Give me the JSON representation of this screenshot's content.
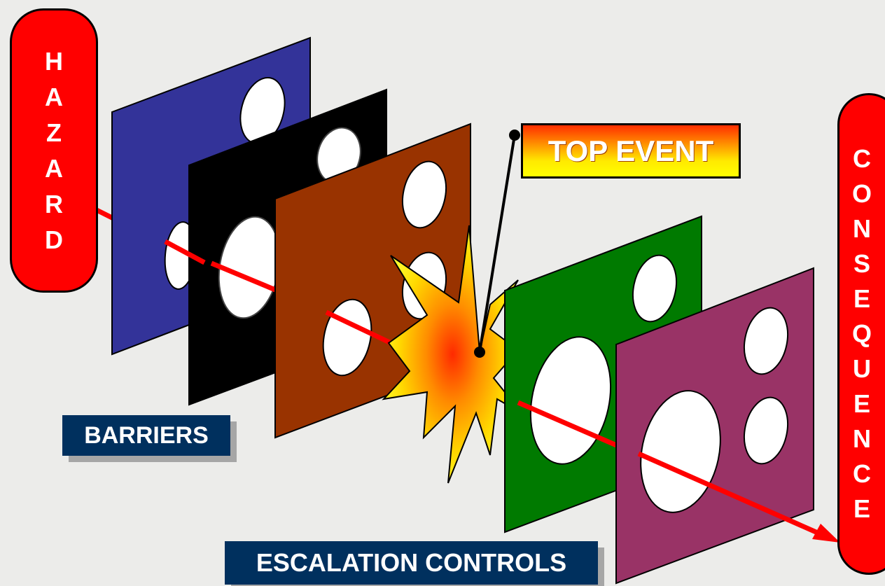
{
  "hazard": {
    "letters": [
      "H",
      "A",
      "Z",
      "A",
      "R",
      "D"
    ]
  },
  "consequence": {
    "letters": [
      "C",
      "O",
      "N",
      "S",
      "E",
      "Q",
      "U",
      "E",
      "N",
      "C",
      "E"
    ]
  },
  "top_event": {
    "label": "TOP EVENT"
  },
  "barriers": {
    "label": "BARRIERS"
  },
  "escalation_controls": {
    "label": "ESCALATION CONTROLS"
  },
  "colors": {
    "background": "#ececea",
    "hazard_pill": "#ff0000",
    "consequence_pill": "#ff0000",
    "barrier_1": "#333399",
    "barrier_2": "#000000",
    "barrier_3": "#993300",
    "escalation_control_1": "#007a00",
    "escalation_control_2": "#993366",
    "threat_line": "#ff0000",
    "label_box": "#00305e"
  }
}
